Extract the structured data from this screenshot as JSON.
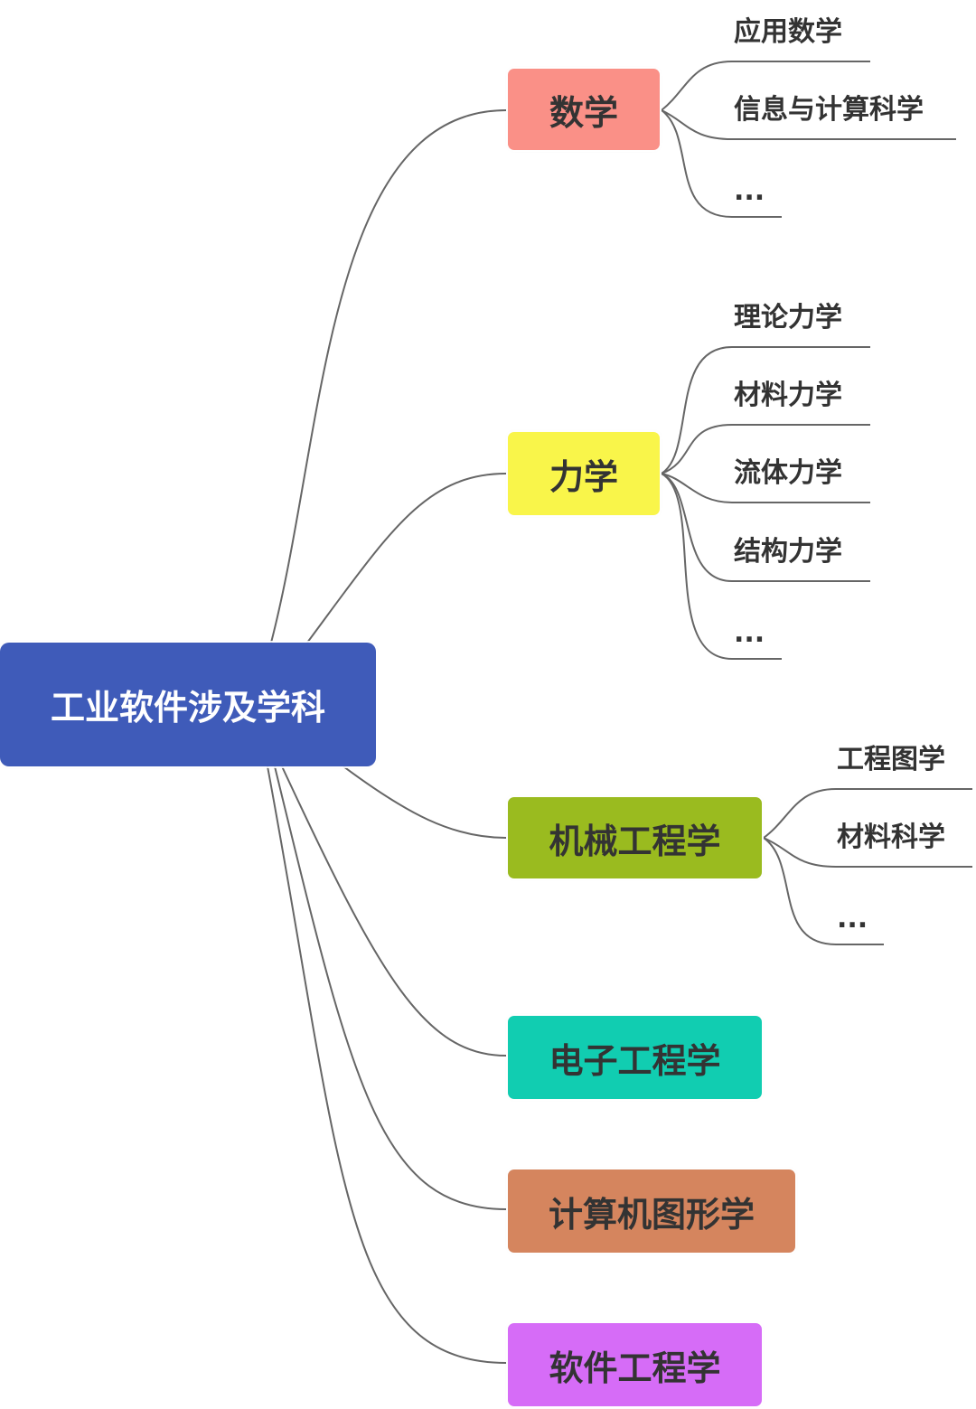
{
  "root": {
    "label": "工业软件涉及学科",
    "color": "#3f5bb9"
  },
  "branches": [
    {
      "label": "数学",
      "color": "#fa9087",
      "children": [
        "应用数学",
        "信息与计算科学",
        "..."
      ]
    },
    {
      "label": "力学",
      "color": "#f9f54a",
      "children": [
        "理论力学",
        "材料力学",
        "流体力学",
        "结构力学",
        "..."
      ]
    },
    {
      "label": "机械工程学",
      "color": "#9abb1f",
      "children": [
        "工程图学",
        "材料科学",
        "..."
      ]
    },
    {
      "label": "电子工程学",
      "color": "#11cdb1",
      "children": []
    },
    {
      "label": "计算机图形学",
      "color": "#d5855e",
      "children": []
    },
    {
      "label": "软件工程学",
      "color": "#d66cf7",
      "children": []
    }
  ],
  "line_color": "#666666"
}
